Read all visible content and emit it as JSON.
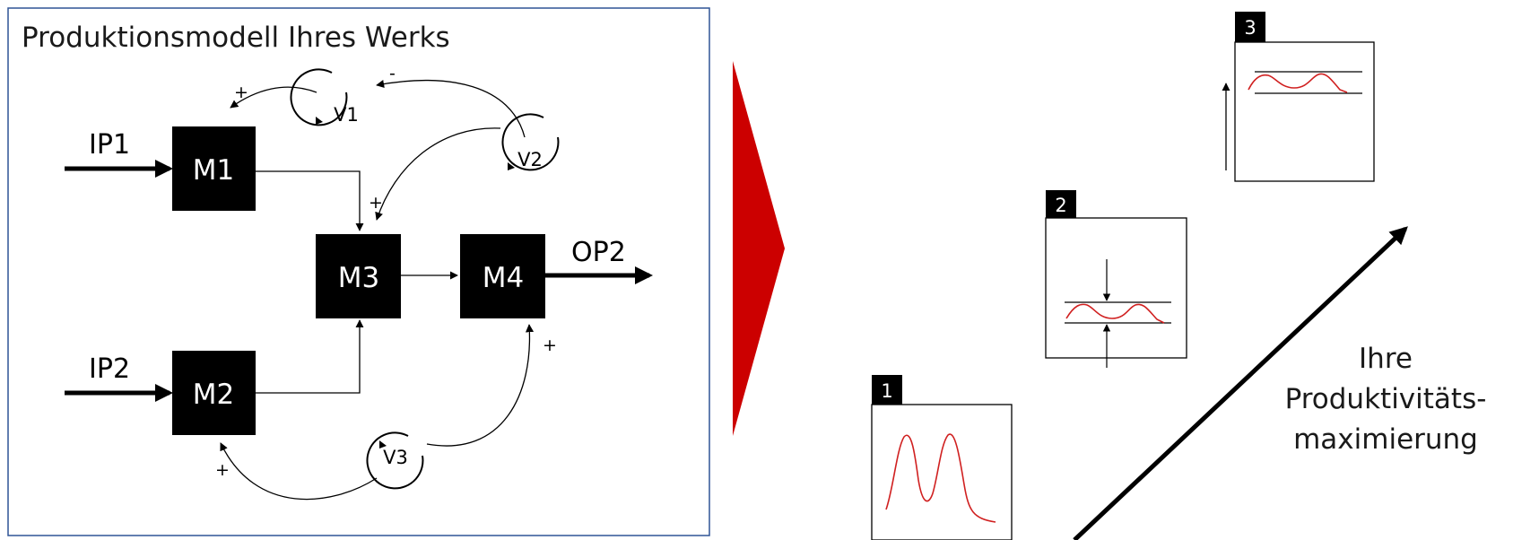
{
  "model": {
    "title": "Produktionsmodell Ihres Werks",
    "machines": {
      "m1": "M1",
      "m2": "M2",
      "m3": "M3",
      "m4": "M4"
    },
    "io": {
      "ip1": "IP1",
      "ip2": "IP2",
      "op2": "OP2"
    },
    "valves": {
      "v1": "V1",
      "v2": "V2",
      "v3": "V3"
    },
    "signs": {
      "v1_to_m1": "+",
      "v2_to_v1": "-",
      "v2_to_m3": "+",
      "v3_to_m4": "+",
      "v3_to_m2": "+"
    }
  },
  "stages": [
    {
      "number": "1"
    },
    {
      "number": "2"
    },
    {
      "number": "3"
    }
  ],
  "caption": {
    "line1": "Ihre",
    "line2": "Produktivitäts-",
    "line3": "maximierung"
  },
  "colors": {
    "accent_red": "#cc0000",
    "curve_red": "#d02020",
    "frame_border": "#2f5496",
    "box_fill": "#000000"
  }
}
